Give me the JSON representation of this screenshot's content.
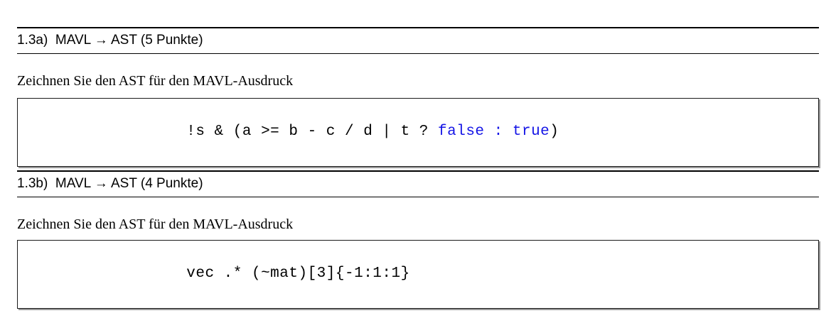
{
  "document": {
    "sections": [
      {
        "id": "1.3a",
        "title": "1.3a)  MAVL → AST (5 Punkte)",
        "prompt": "Zeichnen Sie den AST für den MAVL-Ausdruck",
        "code": {
          "indent": "      ",
          "tokens": [
            {
              "text": "!s & (a >= b - c / d | t ? ",
              "type": "plain"
            },
            {
              "text": "false",
              "type": "keyword"
            },
            {
              "text": " ",
              "type": "plain"
            },
            {
              "text": ":",
              "type": "keyword"
            },
            {
              "text": " ",
              "type": "plain"
            },
            {
              "text": "true",
              "type": "keyword"
            },
            {
              "text": ")",
              "type": "plain"
            }
          ],
          "plain_text": "      !s & (a >= b - c / d | t ? false : true)"
        }
      },
      {
        "id": "1.3b",
        "title": "1.3b)  MAVL → AST (4 Punkte)",
        "prompt": "Zeichnen Sie den AST für den MAVL-Ausdruck",
        "code": {
          "indent": "      ",
          "tokens": [
            {
              "text": "vec .* (~mat)[3]{-1:1:1}",
              "type": "plain"
            }
          ],
          "plain_text": "      vec .* (~mat)[3]{-1:1:1}"
        }
      }
    ]
  },
  "colors": {
    "text": "#000000",
    "keyword": "#1414e6",
    "rule": "#000000",
    "code_border": "#1a1a1a",
    "code_shadow": "#9a9a9a",
    "background": "#ffffff"
  }
}
